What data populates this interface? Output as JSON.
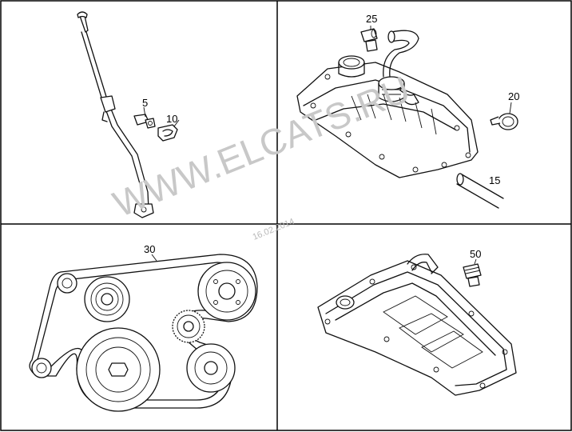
{
  "panels": [
    {
      "id": "dipstick",
      "part_numbers": [
        "5",
        "10"
      ]
    },
    {
      "id": "valve-cover-breather",
      "part_numbers": [
        "25",
        "20",
        "15"
      ]
    },
    {
      "id": "belt-drive",
      "part_numbers": [
        "30"
      ]
    },
    {
      "id": "cylinder-head-cover",
      "part_numbers": [
        "50"
      ]
    }
  ],
  "watermark": "WWW.ELCATS.RU",
  "date_stamp": "16.02.2014",
  "colors": {
    "line": "#111111",
    "frame": "#000000",
    "watermark": "#c8c8c8",
    "background": "#ffffff"
  }
}
